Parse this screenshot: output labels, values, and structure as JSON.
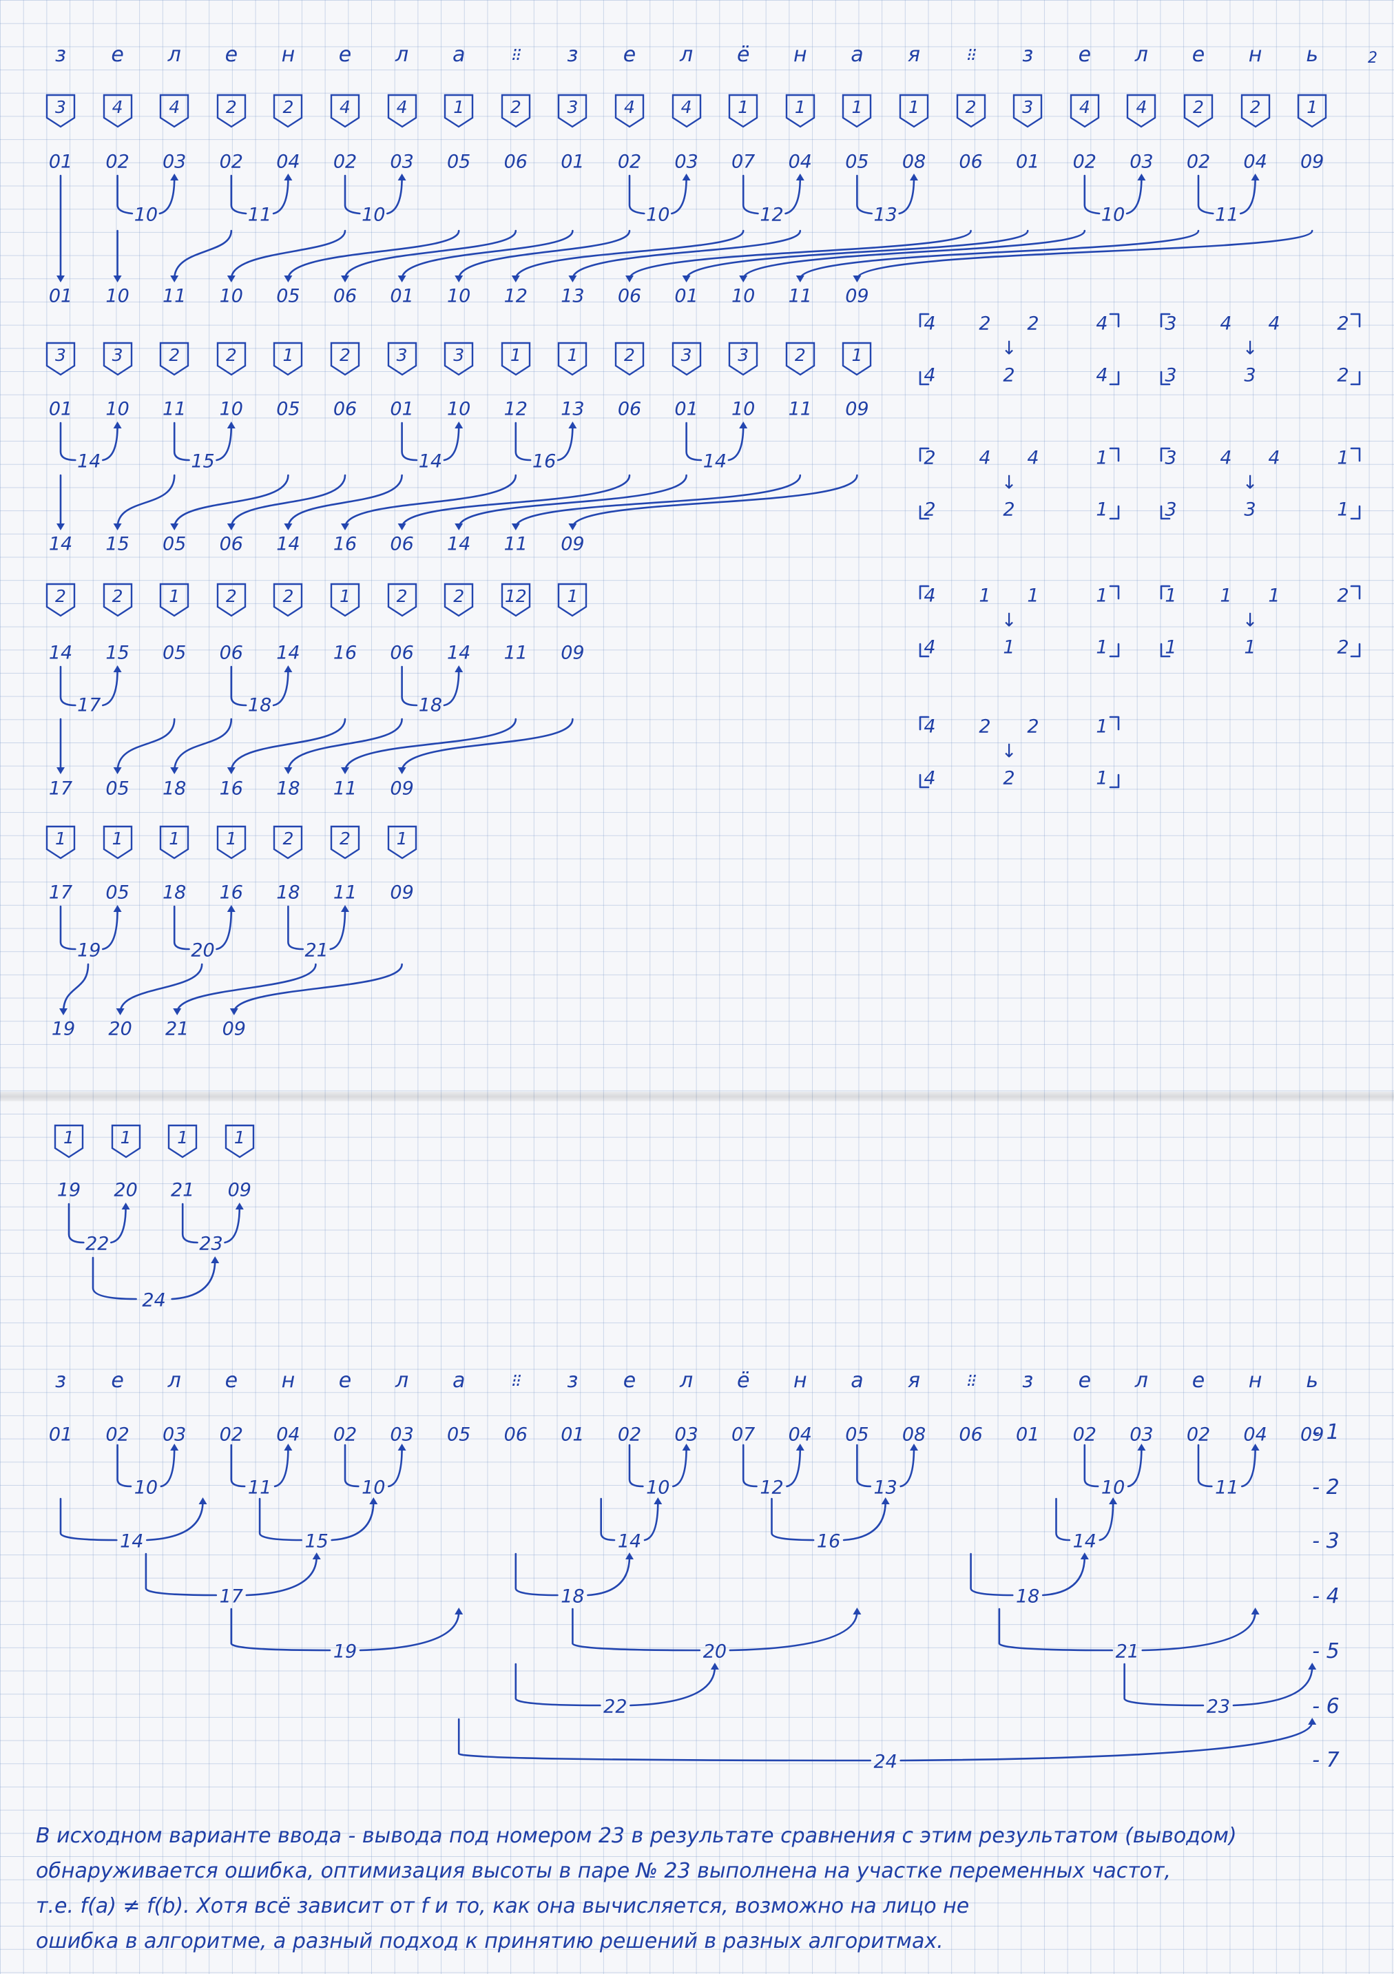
{
  "letters_top": [
    "з",
    "е",
    "л",
    "е",
    "н",
    "е",
    "л",
    "а",
    "⁝⁝",
    "з",
    "е",
    "л",
    "ё",
    "н",
    "а",
    "я",
    "⁝⁝",
    "з",
    "е",
    "л",
    "е",
    "н",
    "ь"
  ],
  "pass1": {
    "counts": [
      "3",
      "4",
      "4",
      "2",
      "2",
      "4",
      "4",
      "1",
      "2",
      "3",
      "4",
      "4",
      "1",
      "1",
      "1",
      "1",
      "2",
      "3",
      "4",
      "4",
      "2",
      "2",
      "1"
    ],
    "codes_top": [
      "01",
      "02",
      "03",
      "02",
      "04",
      "02",
      "03",
      "05",
      "06",
      "01",
      "02",
      "03",
      "07",
      "04",
      "05",
      "08",
      "06",
      "01",
      "02",
      "03",
      "02",
      "04",
      "09"
    ],
    "mids": [
      "10",
      "11",
      "10",
      "10",
      "12",
      "13",
      "10",
      "11"
    ],
    "result": [
      "01",
      "10",
      "11",
      "10",
      "05",
      "06",
      "01",
      "10",
      "12",
      "13",
      "06",
      "01",
      "10",
      "11",
      "09"
    ]
  },
  "pass2": {
    "counts": [
      "3",
      "3",
      "2",
      "2",
      "1",
      "2",
      "3",
      "3",
      "1",
      "1",
      "2",
      "3",
      "3",
      "2",
      "1"
    ],
    "codes_top": [
      "01",
      "10",
      "11",
      "10",
      "05",
      "06",
      "01",
      "10",
      "12",
      "13",
      "06",
      "01",
      "10",
      "11",
      "09"
    ],
    "mids": [
      "14",
      "15",
      "14",
      "16",
      "14"
    ],
    "result": [
      "14",
      "15",
      "05",
      "06",
      "14",
      "16",
      "06",
      "14",
      "11",
      "09"
    ]
  },
  "pass3": {
    "counts": [
      "2",
      "2",
      "1",
      "2",
      "2",
      "1",
      "2",
      "2",
      "12",
      "1"
    ],
    "codes_top": [
      "14",
      "15",
      "05",
      "06",
      "14",
      "16",
      "06",
      "14",
      "11",
      "09"
    ],
    "mids": [
      "17",
      "18",
      "18"
    ],
    "result": [
      "17",
      "05",
      "18",
      "16",
      "18",
      "11",
      "09"
    ]
  },
  "pass4": {
    "counts": [
      "1",
      "1",
      "1",
      "1",
      "2",
      "2",
      "1"
    ],
    "codes_top": [
      "17",
      "05",
      "18",
      "16",
      "18",
      "11",
      "09"
    ],
    "mids": [
      "19",
      "20",
      "21"
    ],
    "result": [
      "19",
      "20",
      "21",
      "09"
    ]
  },
  "pass5": {
    "counts": [
      "1",
      "1",
      "1",
      "1"
    ],
    "codes_top": [
      "19",
      "20",
      "21",
      "09"
    ],
    "mids": [
      "22",
      "23",
      "24"
    ]
  },
  "matrices": [
    {
      "top": [
        "4",
        "2",
        "2",
        "4"
      ],
      "arrow": "↓",
      "bottom": [
        "4",
        "2",
        "4"
      ]
    },
    {
      "top": [
        "3",
        "4",
        "4",
        "2"
      ],
      "arrow": "↓",
      "bottom": [
        "3",
        "3",
        "2"
      ]
    },
    {
      "top": [
        "2",
        "4",
        "4",
        "1"
      ],
      "arrow": "↓",
      "bottom": [
        "2",
        "2",
        "1"
      ]
    },
    {
      "top": [
        "3",
        "4",
        "4",
        "1"
      ],
      "arrow": "↓",
      "bottom": [
        "3",
        "3",
        "1"
      ]
    },
    {
      "top": [
        "4",
        "1",
        "1",
        "1"
      ],
      "arrow": "↓",
      "bottom": [
        "4",
        "1",
        "1"
      ]
    },
    {
      "top": [
        "1",
        "1",
        "1",
        "2"
      ],
      "arrow": "↓",
      "bottom": [
        "1",
        "1",
        "2"
      ]
    },
    {
      "top": [
        "4",
        "2",
        "2",
        "1"
      ],
      "arrow": "↓",
      "bottom": [
        "4",
        "2",
        "1"
      ]
    }
  ],
  "tree": {
    "letters": [
      "з",
      "е",
      "л",
      "е",
      "н",
      "е",
      "л",
      "а",
      "⁝⁝",
      "з",
      "е",
      "л",
      "ё",
      "н",
      "а",
      "я",
      "⁝⁝",
      "з",
      "е",
      "л",
      "е",
      "н",
      "ь"
    ],
    "codes": [
      "01",
      "02",
      "03",
      "02",
      "04",
      "02",
      "03",
      "05",
      "06",
      "01",
      "02",
      "03",
      "07",
      "04",
      "05",
      "08",
      "06",
      "01",
      "02",
      "03",
      "02",
      "04",
      "09"
    ],
    "nodes": {
      "r2": [
        "10",
        "11",
        "10",
        "10",
        "12",
        "13",
        "10",
        "11"
      ],
      "r3": [
        "14",
        "15",
        "14",
        "16",
        "14"
      ],
      "r4": [
        "17",
        "18",
        "18"
      ],
      "r5": [
        "19",
        "20",
        "21"
      ],
      "r6": [
        "22",
        "23"
      ],
      "r7": [
        "24"
      ]
    },
    "row_numbers": [
      "- 1",
      "- 2",
      "- 3",
      "- 4",
      "- 5",
      "- 6",
      "- 7"
    ]
  },
  "note": [
    "В исходном варианте ввода - вывода под номером 23 в результате сравнения с этим результатом (выводом)",
    "обнаруживается ошибка, оптимизация высоты в паре № 23 выполнена на участке переменных частот,",
    "т.е. f(a) ≠ f(b). Хотя всё зависит от f и то, как она вычисляется, возможно на лицо не",
    "ошибка в алгоритме, а разный подход к принятию решений в разных алгоритмах."
  ],
  "corner_mark": "2"
}
